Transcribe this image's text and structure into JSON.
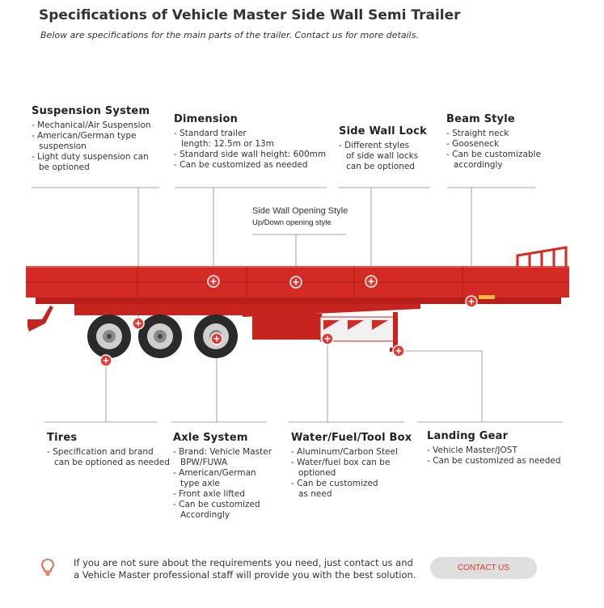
{
  "header": {
    "title": "Specifications of Vehicle Master Side Wall Semi Trailer",
    "subtitle": "Below are specifications for the main parts of the trailer. Contact us for more details."
  },
  "specs": {
    "suspension": {
      "title": "Suspension System",
      "items": [
        "Mechanical/Air Suspension",
        "American/German type\nsuspension",
        "Light duty suspension can\nbe optioned"
      ]
    },
    "dimension": {
      "title": "Dimension",
      "items": [
        "Standard trailer\nlength: 12.5m or 13m",
        "Standard side wall height: 600mm",
        "Can be customized as needed"
      ]
    },
    "side_wall_lock": {
      "title": "Side Wall Lock",
      "items": [
        "Different styles\nof side wall locks\ncan be optioned"
      ]
    },
    "beam_style": {
      "title": "Beam Style",
      "items": [
        "Straight neck",
        "Gooseneck",
        "Can be customizable\naccordingly"
      ]
    },
    "side_wall_opening": {
      "title": "Side Wall Opening Style",
      "item": "Up/Down opening style"
    },
    "tires": {
      "title": "Tires",
      "items": [
        "Specification and brand\ncan be optioned as needed"
      ]
    },
    "axle": {
      "title": "Axle System",
      "items": [
        "Brand: Vehicle Master\nBPW/FUWA",
        "American/German\ntype axle",
        "Front axle lifted",
        "Can be customized\nAccordingly"
      ]
    },
    "box": {
      "title": "Water/Fuel/Tool Box",
      "items": [
        "Aluminum/Carbon Steel",
        "Water/fuel box can be\noptioned",
        "Can be customized\nas need"
      ]
    },
    "landing_gear": {
      "title": "Landing Gear",
      "items": [
        "Vehicle Master/JOST",
        "Can be customized as needed"
      ]
    }
  },
  "footer": {
    "message": "If you are not sure about the requirements you need, just contact us and a Vehicle Master professional staff will provide you with the best solution.",
    "contact_label": "CONTACT US"
  },
  "colors": {
    "trailer_red": "#d42a24",
    "marker_red": "#e8342c",
    "button_text": "#d9362f",
    "button_bg": "#dedede"
  },
  "icons": [
    "lightbulb-icon",
    "plus-marker-icon"
  ]
}
